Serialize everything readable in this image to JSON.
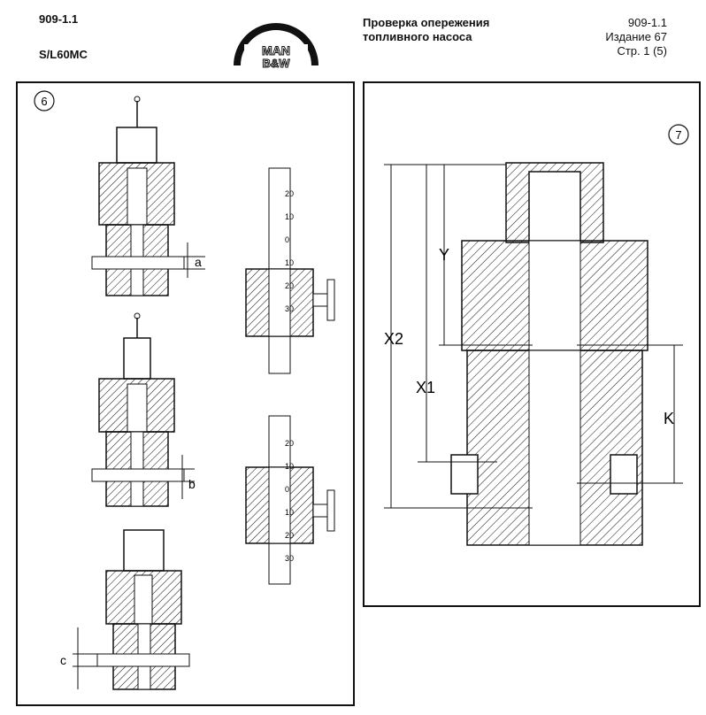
{
  "header": {
    "doc_code": "909-1.1",
    "engine": "S/L60MC",
    "logo": {
      "text_top": "MAN",
      "text_bottom": "B&W"
    },
    "title_line1": "Проверка опережения",
    "title_line2": "топливного насоса",
    "ref_code": "909-1.1",
    "edition": "Издание 67",
    "page": "Стр. 1 (5)"
  },
  "figure6": {
    "number": "6",
    "labels": {
      "a": "a",
      "b": "b",
      "c": "c"
    },
    "scale_top": [
      "20",
      "10",
      "0",
      "10",
      "20",
      "30"
    ],
    "scale_bottom": [
      "20",
      "10",
      "0",
      "10",
      "20",
      "30"
    ]
  },
  "figure7": {
    "number": "7",
    "labels": {
      "x2": "X2",
      "x1": "X1",
      "y": "Y",
      "k": "K"
    }
  },
  "colors": {
    "ink": "#111111",
    "paper": "#ffffff"
  }
}
